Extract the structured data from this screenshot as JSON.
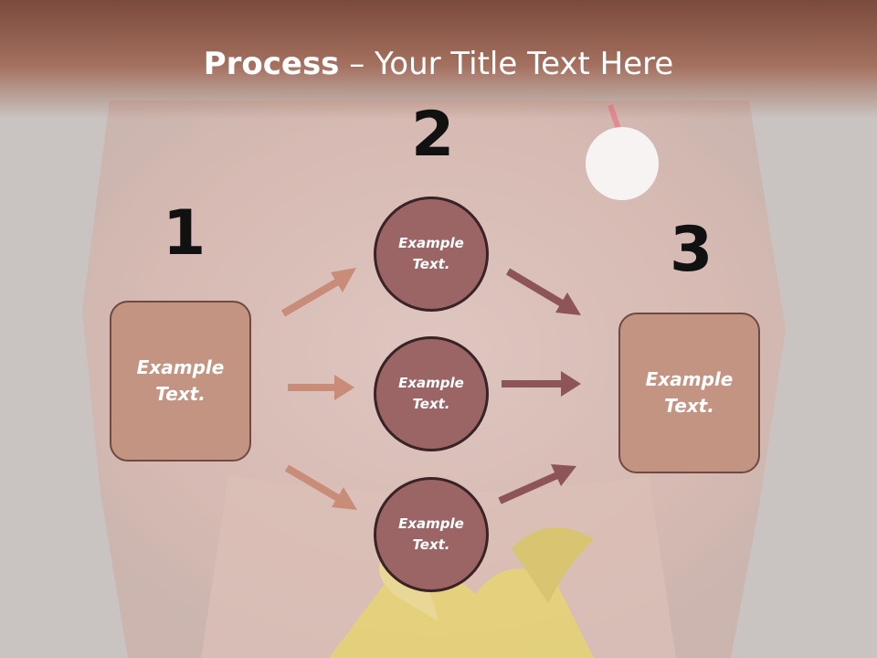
{
  "title": {
    "bold": "Process",
    "rest": " – Your Title Text Here"
  },
  "steps": {
    "one": "1",
    "two": "2",
    "three": "3"
  },
  "boxes": {
    "left": "Example\nText.",
    "right": "Example\nText."
  },
  "circles": {
    "top": "Example\nText.",
    "middle": "Example\nText.",
    "bottom": "Example\nText."
  },
  "colors": {
    "left_arrows": "#c88c78",
    "right_arrows": "#8e5558",
    "box_fill": "#c49483",
    "circle_fill": "#9b6465"
  }
}
